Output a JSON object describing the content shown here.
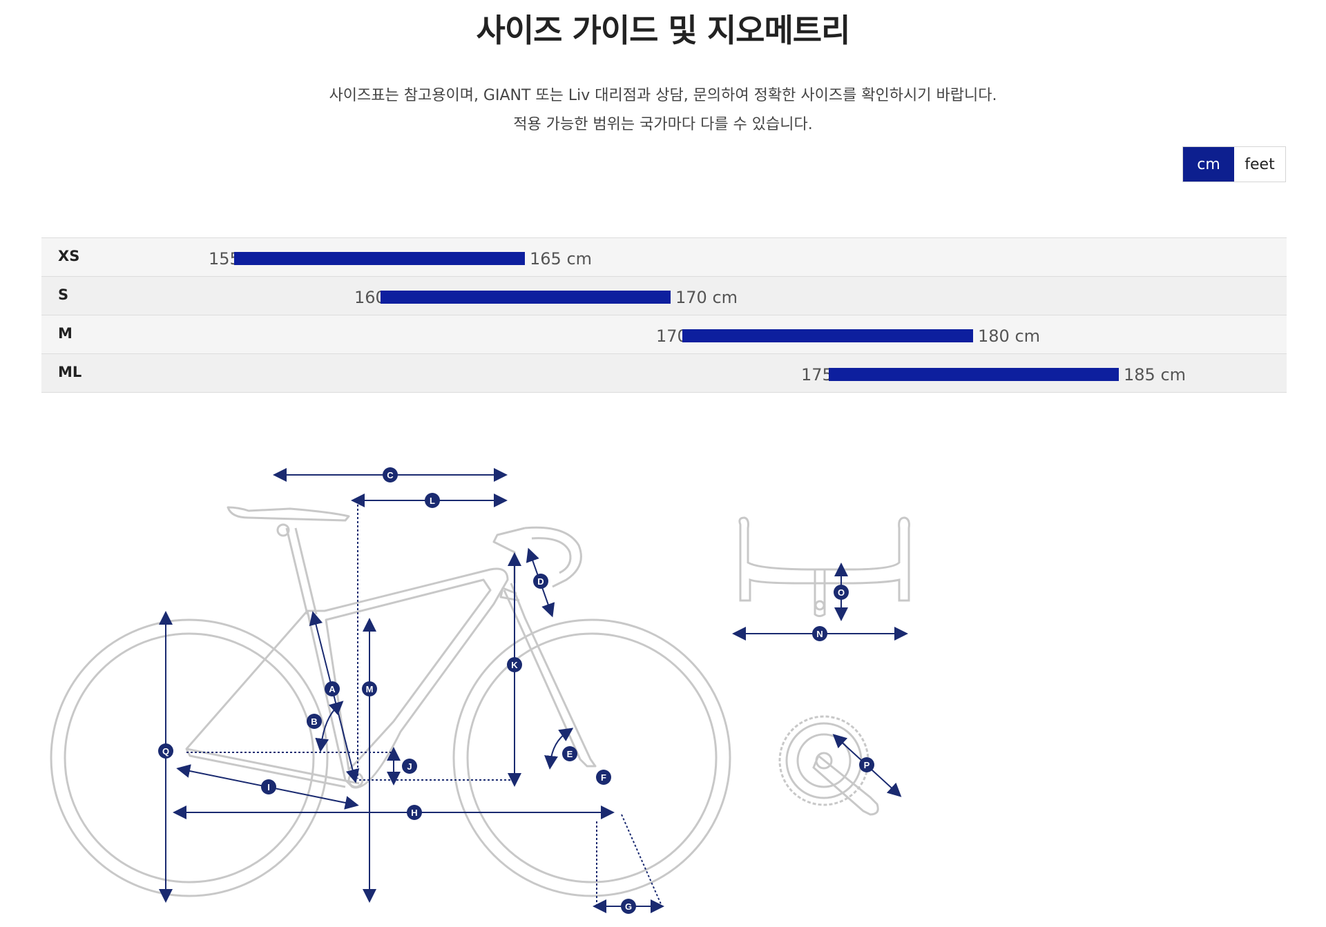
{
  "title": "사이즈 가이드 및 지오메트리",
  "description": {
    "line1": "사이즈표는 참고용이며, GIANT 또는 Liv 대리점과 상담, 문의하여 정확한 사이즈를 확인하시기 바랍니다.",
    "line2": "적용 가능한 범위는 국가마다 다를 수 있습니다."
  },
  "unit_toggle": {
    "options": [
      "cm",
      "feet"
    ],
    "selected": "cm",
    "active_color": "#0d1f8f"
  },
  "sizes": [
    {
      "label": "XS",
      "min_text": "155 cm",
      "max_text": "165 cm",
      "min": 155,
      "max": 165
    },
    {
      "label": "S",
      "min_text": "160 cm",
      "max_text": "170 cm",
      "min": 160,
      "max": 170
    },
    {
      "label": "M",
      "min_text": "170 cm",
      "max_text": "180 cm",
      "min": 170,
      "max": 180
    },
    {
      "label": "ML",
      "min_text": "175 cm",
      "max_text": "185 cm",
      "min": 175,
      "max": 185
    }
  ],
  "bar_color": "#0d1f9e",
  "geometry_markers": [
    "A",
    "B",
    "C",
    "D",
    "E",
    "F",
    "G",
    "H",
    "I",
    "J",
    "K",
    "L",
    "M",
    "N",
    "O",
    "P",
    "Q"
  ]
}
